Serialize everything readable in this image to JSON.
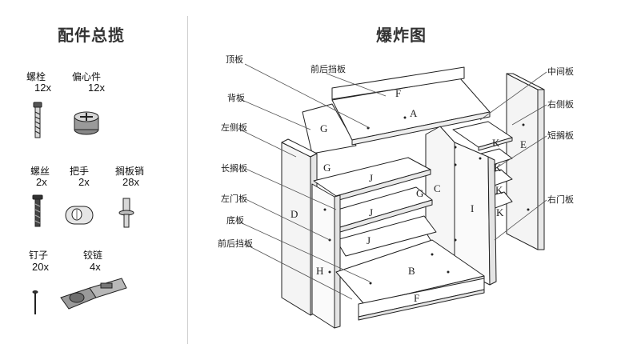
{
  "titles": {
    "parts": "配件总揽",
    "explode": "爆炸图"
  },
  "hardware": [
    {
      "name": "螺栓",
      "qty": "12x",
      "icon": "bolt-icon"
    },
    {
      "name": "偏心件",
      "qty": "12x",
      "icon": "cam-lock-icon"
    },
    {
      "name": "螺丝",
      "qty": "2x",
      "icon": "screw-icon"
    },
    {
      "name": "把手",
      "qty": "2x",
      "icon": "handle-icon"
    },
    {
      "name": "搁板销",
      "qty": "28x",
      "icon": "shelf-pin-icon"
    },
    {
      "name": "钉子",
      "qty": "20x",
      "icon": "nail-icon"
    },
    {
      "name": "铰链",
      "qty": "4x",
      "icon": "hinge-icon"
    }
  ],
  "callouts": {
    "top": "顶板",
    "back": "背板",
    "left_side": "左侧板",
    "long_shelf": "长搁板",
    "left_door": "左门板",
    "bottom": "底板",
    "front_back_lower": "前后挡板",
    "front_back_upper": "前后挡板",
    "middle": "中间板",
    "right_side": "右侧板",
    "short_shelf": "短搁板",
    "right_door": "右门板"
  },
  "letters": {
    "A": "A",
    "B": "B",
    "C": "C",
    "D": "D",
    "E": "E",
    "F": "F",
    "G": "G",
    "H": "H",
    "I": "I",
    "J": "J",
    "K": "K"
  }
}
